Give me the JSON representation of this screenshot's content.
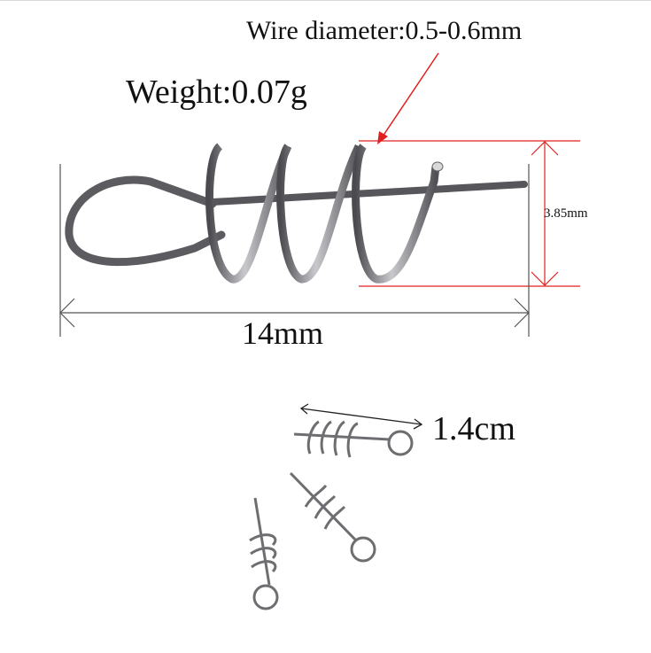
{
  "annotations": {
    "wire_diameter": "Wire diameter:0.5-0.6mm",
    "weight": "Weight:0.07g",
    "height": "3.85mm",
    "length": "14mm",
    "small_length": "1.4cm"
  },
  "colors": {
    "dimension_line_red": "#e02020",
    "dimension_line_gray": "#555555",
    "wire_metal": "#6e6e72",
    "background": "#ffffff"
  },
  "product": {
    "name": "spring twist lock / centering pin",
    "large_view_count": 1,
    "small_view_count": 3
  }
}
